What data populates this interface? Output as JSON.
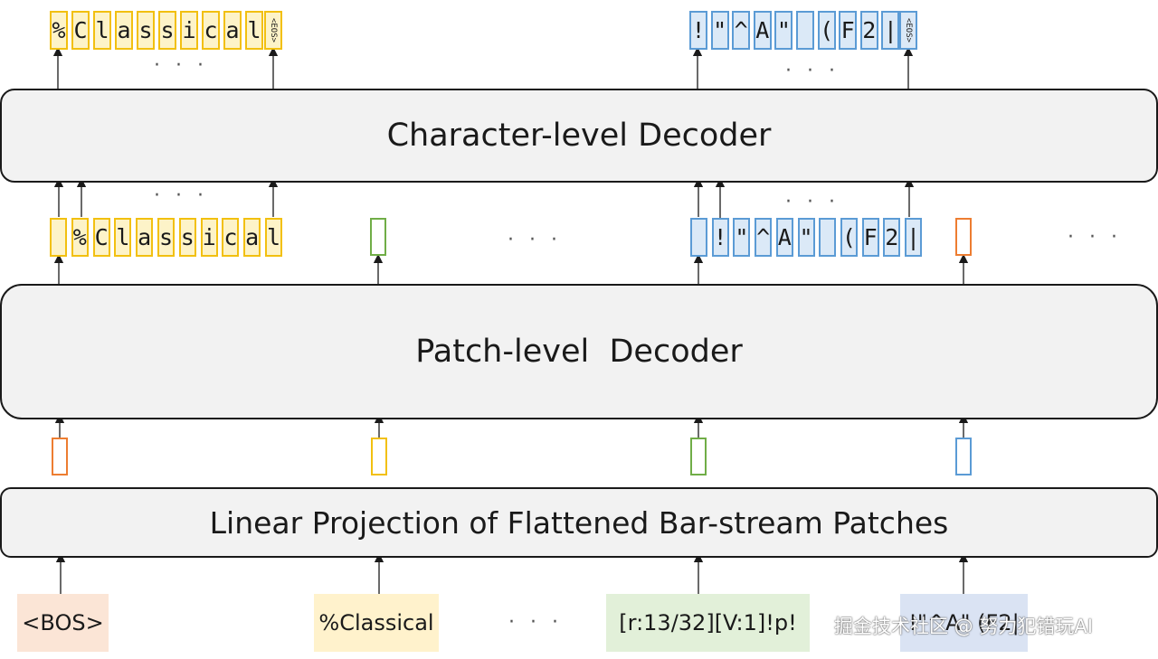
{
  "blocks": {
    "char_decoder": "Character-level Decoder",
    "patch_decoder": "Patch-level  Decoder",
    "linear_projection": "Linear Projection of Flattened Bar-stream Patches"
  },
  "inputs": {
    "bos": "<BOS>",
    "patch1": "%Classical",
    "patch2": "[r:13/32][V:1]!p!",
    "patch3": "!\"^A\" (F2|"
  },
  "ellipsis": "· · ·",
  "eos": "<EOS>",
  "top_sequences": {
    "seq1": [
      "%",
      "C",
      "l",
      "a",
      "s",
      "s",
      "i",
      "c",
      "a",
      "l"
    ],
    "seq2": [
      "!",
      "\"",
      "^",
      "A",
      "\"",
      " ",
      "(",
      "F",
      "2",
      "|"
    ]
  },
  "mid_sequences": {
    "seq1": [
      "",
      "%",
      "C",
      "l",
      "a",
      "s",
      "s",
      "i",
      "c",
      "a",
      "l"
    ],
    "seq2": [
      "",
      "!",
      "\"",
      "^",
      "A",
      "\"",
      " ",
      "(",
      "F",
      "2",
      "|"
    ]
  },
  "colors": {
    "yellow": "#f2c010",
    "orange": "#ed7d31",
    "green": "#70ad47",
    "blue": "#5b9bd5",
    "box_fill": "#f2f2f2"
  },
  "watermark": "掘金技术社区 @ 努力犯错玩AI"
}
